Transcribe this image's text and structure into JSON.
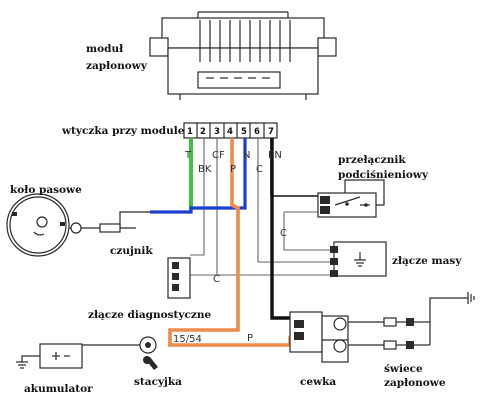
{
  "labels": {
    "module": "moduł",
    "module2": "zapłonowy",
    "plug": "wtyczka przy module",
    "pulley": "koło pasowe",
    "sensor": "czujnik",
    "vacuum_switch": "przełącznik",
    "vacuum_switch2": "podciśnieniowy",
    "ground_conn": "złącze masy",
    "diag_conn": "złącze diagnostyczne",
    "battery": "akumulator",
    "ignition_switch": "stacyjka",
    "coil": "cewka",
    "plugs": "świece",
    "plugs2": "zapłonowe"
  },
  "pins": [
    "1",
    "2",
    "3",
    "4",
    "5",
    "6",
    "7"
  ],
  "wire_letters": {
    "t": "T",
    "bk": "BK",
    "cf": "CF",
    "p": "P",
    "n": "N",
    "c": "C",
    "en": "EN",
    "c_mid": "C",
    "c_diag": "C",
    "p_coil": "P",
    "ign": "15/54"
  },
  "colors": {
    "green": "#3ec43e",
    "blue": "#1a3fcf",
    "orange": "#f08a4b",
    "black": "#111111"
  }
}
